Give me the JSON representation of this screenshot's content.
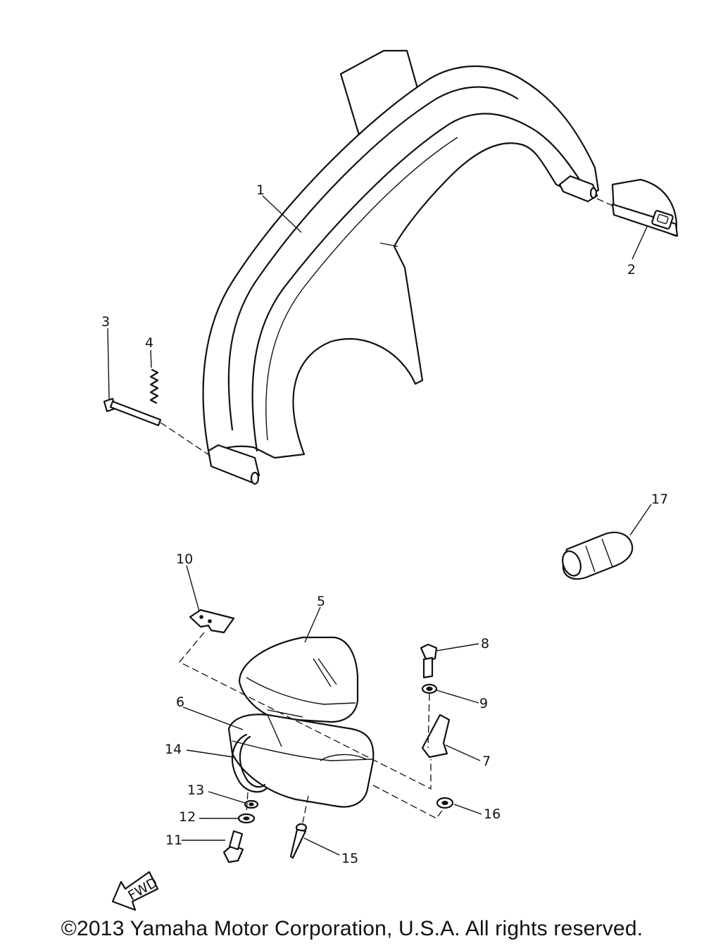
{
  "callouts": {
    "p1": "1",
    "p2": "2",
    "p3": "3",
    "p4": "4",
    "p5": "5",
    "p6": "6",
    "p7": "7",
    "p8": "8",
    "p9": "9",
    "p10": "10",
    "p11": "11",
    "p12": "12",
    "p13": "13",
    "p14": "14",
    "p15": "15",
    "p16": "16",
    "p17": "17"
  },
  "fwd_label": "FWD",
  "copyright": "©2013 Yamaha Motor Corporation, U.S.A. All rights reserved."
}
